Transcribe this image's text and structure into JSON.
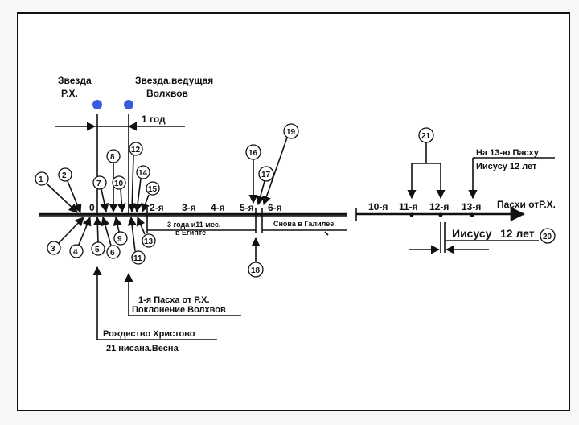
{
  "labels": {
    "star_rx_line1": "Звезда",
    "star_rx_line2": "Р.Х.",
    "star_magi_line1": "Звезда,ведущая",
    "star_magi_line2": "Волхвов",
    "one_year": "1 год",
    "zero": "0",
    "p2": "2-я",
    "p3": "3-я",
    "p4": "4-я",
    "p5": "5-я",
    "p6": "6-я",
    "egypt_line1": "3 года и11 мес.",
    "egypt_line2": "в Египте",
    "galilee": "Снова в Галилее",
    "first_pascha_line1": "1-я  Пасха  от  Р.Х.",
    "first_pascha_line2": "Поклонение Волхвов",
    "nativity_line1": "Рождество Христово",
    "nativity_line2": "21 нисана.Весна",
    "p10": "10-я",
    "p11": "11-я",
    "p12": "12-я",
    "p13": "13-я",
    "pascha_axis": "Пасхи отР.Х.",
    "pascha13_line1": "На 13-ю  Пасху",
    "pascha13_line2": "Иисусу  12  лет",
    "jesus12_a": "Иисусу",
    "jesus12_b": "12  лет"
  },
  "markers": [
    "1",
    "2",
    "3",
    "4",
    "5",
    "6",
    "7",
    "8",
    "9",
    "10",
    "11",
    "12",
    "13",
    "14",
    "15",
    "16",
    "17",
    "18",
    "19",
    "20",
    "21"
  ],
  "colors": {
    "star_dot": "#3a5bdc",
    "ink": "#111111",
    "frame": "#111111"
  }
}
